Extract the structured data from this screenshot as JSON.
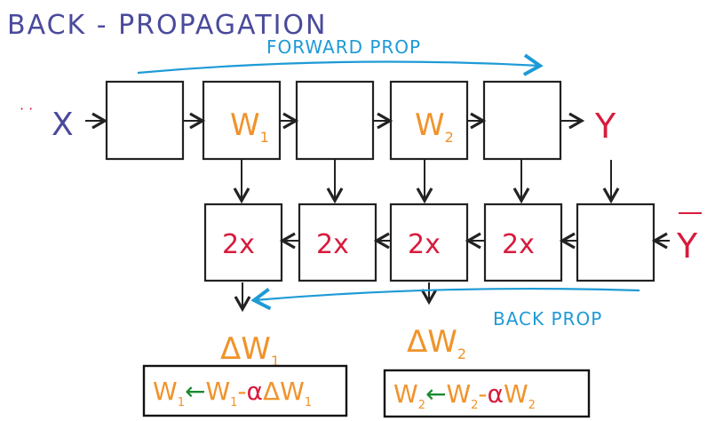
{
  "title": "BACK - PROPAGATION",
  "forward_label": "FORWARD PROP",
  "back_label": "BACK PROP",
  "input_label": "X",
  "output_label": "Y",
  "target_label": "Y",
  "dots": "· ·",
  "forward_boxes": [
    "",
    "W1",
    "",
    "W2",
    ""
  ],
  "backward_boxes": [
    "2x",
    "2x",
    "2x",
    "2x",
    ""
  ],
  "delta": {
    "w1": "ΔW1",
    "w2": "ΔW2"
  },
  "updates": {
    "w1": "W1 ← W1 - αΔW1",
    "w2": "W2 ← W2 - αW2"
  },
  "colors": {
    "title": "#4a4a9c",
    "forward": "#1e9ad6",
    "weight": "#f0932b",
    "output": "#d81b3c",
    "arrow_green": "#1a8a2e",
    "ink": "#222222"
  }
}
